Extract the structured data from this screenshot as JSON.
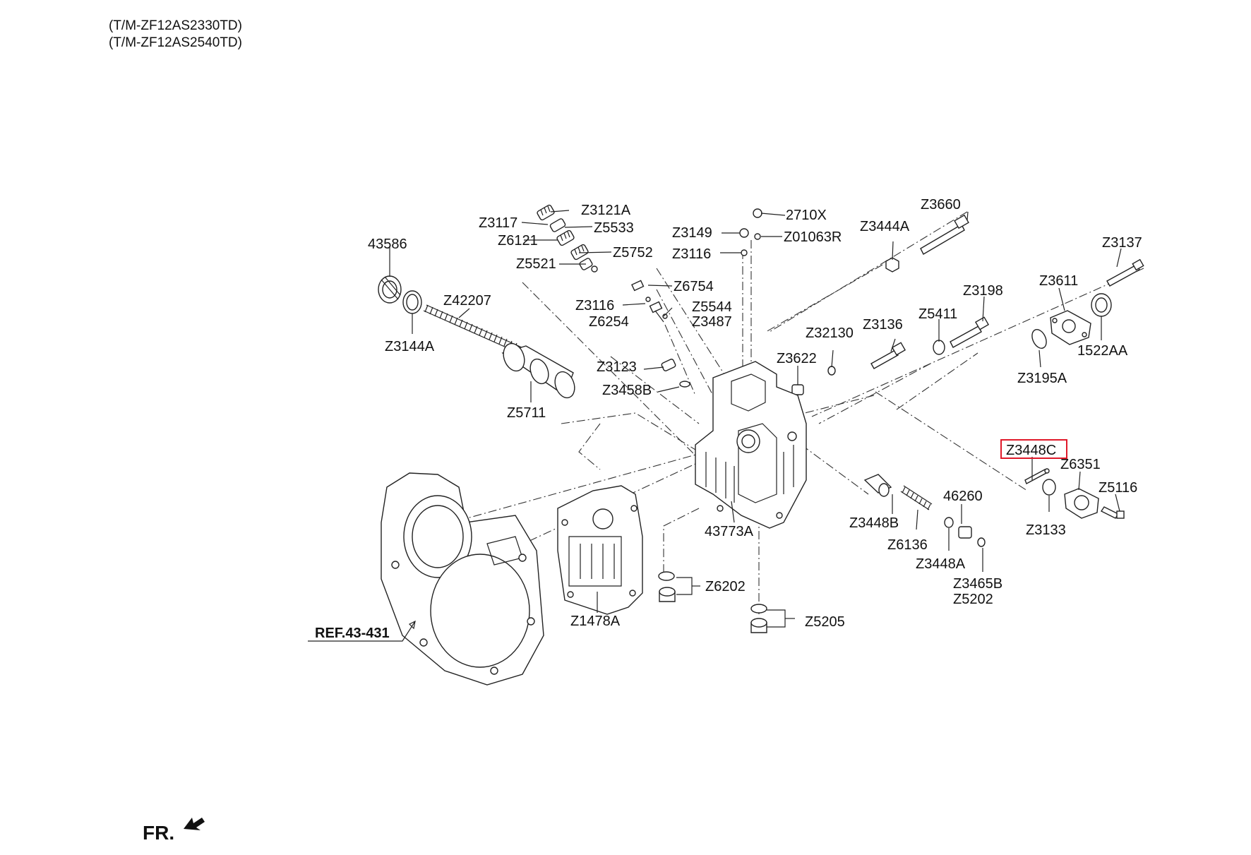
{
  "header": {
    "line1": "(T/M-ZF12AS2330TD)",
    "line2": "(T/M-ZF12AS2540TD)"
  },
  "highlighted_part": "Z3448C",
  "highlight_color": "#e0192a",
  "labels": {
    "z3121a": "Z3121A",
    "z3117": "Z3117",
    "z5533": "Z5533",
    "z6121": "Z6121",
    "z5752": "Z5752",
    "z5521": "Z5521",
    "p43586": "43586",
    "z42207": "Z42207",
    "z3144a": "Z3144A",
    "z5711": "Z5711",
    "z3149": "Z3149",
    "z3116a": "Z3116",
    "p2710x": "2710X",
    "z01063r": "Z01063R",
    "z6754": "Z6754",
    "z3116b": "Z3116",
    "z5544": "Z5544",
    "z6254": "Z6254",
    "z3487": "Z3487",
    "z3123": "Z3123",
    "z3458b": "Z3458B",
    "z3444a": "Z3444A",
    "z3660": "Z3660",
    "z32130": "Z32130",
    "z3622": "Z3622",
    "z3136": "Z3136",
    "z5411": "Z5411",
    "z3198": "Z3198",
    "z3611": "Z3611",
    "z3137": "Z3137",
    "p1522aa": "1522AA",
    "z3195a": "Z3195A",
    "z3448c": "Z3448C",
    "z6351": "Z6351",
    "z5116": "Z5116",
    "z3133": "Z3133",
    "p46260": "46260",
    "z3448b": "Z3448B",
    "z6136": "Z6136",
    "z3448a": "Z3448A",
    "z3465b": "Z3465B",
    "z5202": "Z5202",
    "p43773a": "43773A",
    "z6202": "Z6202",
    "z5205": "Z5205",
    "z1478a": "Z1478A",
    "ref": "REF.43-431",
    "front": "FR."
  }
}
